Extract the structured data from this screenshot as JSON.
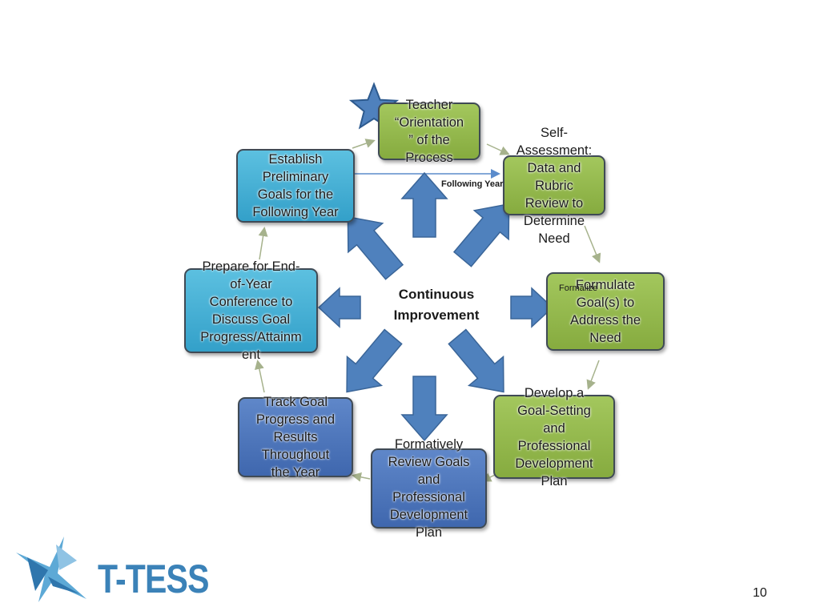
{
  "diagram": {
    "center": "Continuous\nImprovement",
    "nodes": [
      {
        "id": "orientation",
        "text": "Teacher\n“Orientation\n” of the\nProcess",
        "color": "green"
      },
      {
        "id": "self-assessment",
        "text": "Self-\nAssessment:\nData and\nRubric\nReview to\nDetermine\nNeed",
        "color": "green"
      },
      {
        "id": "formulate-goals",
        "text": "Formulate\nGoal(s) to\nAddress the\nNeed",
        "color": "green"
      },
      {
        "id": "develop-plan",
        "text": "Develop a\nGoal-Setting\nand\nProfessional\nDevelopment\nPlan",
        "color": "green"
      },
      {
        "id": "formative-review",
        "text": "Formatively\nReview Goals\nand\nProfessional\nDevelopment\nPlan",
        "color": "blue"
      },
      {
        "id": "track-progress",
        "text": "Track Goal\nProgress and\nResults\nThroughout\nthe Year",
        "color": "blue"
      },
      {
        "id": "eoy-conference",
        "text": "Prepare for End-\nof-Year\nConference to\nDiscuss Goal\nProgress/Attainm\nent",
        "color": "cyan"
      },
      {
        "id": "preliminary-goals",
        "text": "Establish\nPreliminary\nGoals for the\nFollowing Year",
        "color": "cyan"
      }
    ],
    "labels": {
      "following_year": "Following Year",
      "formalize": "Formalize"
    },
    "colors": {
      "green": "#92b84c",
      "cyan": "#40aad2",
      "blue": "#4f77bd",
      "arrow": "#4f81bd"
    }
  },
  "footer": {
    "logo": "T-TESS",
    "page_number": "10"
  }
}
